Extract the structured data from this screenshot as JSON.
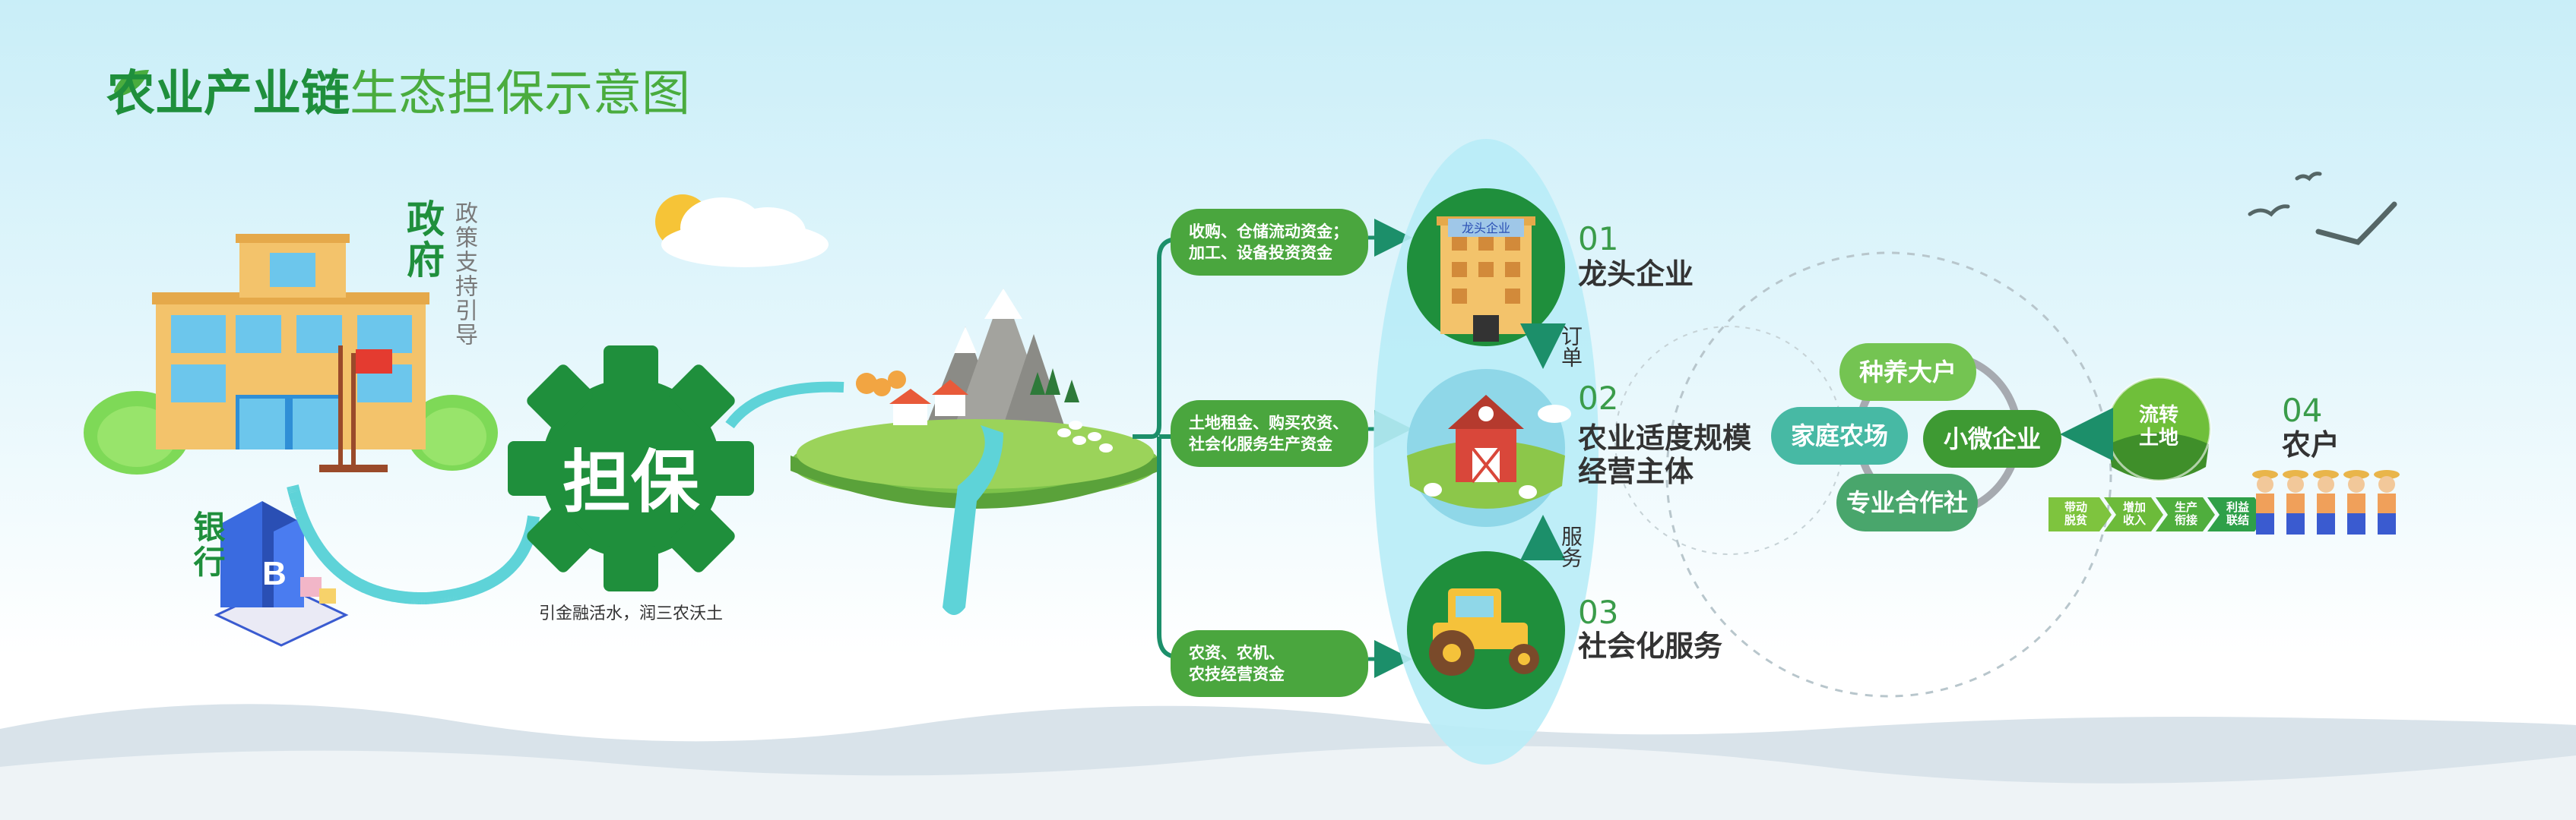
{
  "title": {
    "part1": "农业产业链",
    "part2": "生态担保示意图"
  },
  "government": {
    "label": "政府",
    "sub": "政策支持引导"
  },
  "bank": {
    "label": "银行"
  },
  "guarantee": {
    "label": "担保",
    "slogan": "引金融活水，润三农沃土"
  },
  "funds": [
    {
      "line1": "收购、仓储流动资金；",
      "line2": "加工、设备投资资金"
    },
    {
      "line1": "土地租金、购买农资、",
      "line2": "社会化服务生产资金"
    },
    {
      "line1": "农资、农机、",
      "line2": "农技经营资金"
    }
  ],
  "entities": [
    {
      "num": "01",
      "line1": "龙头企业",
      "line2": "",
      "sign": "龙头企业"
    },
    {
      "num": "02",
      "line1": "农业适度规模",
      "line2": "经营主体",
      "sign": ""
    },
    {
      "num": "03",
      "line1": "社会化服务",
      "line2": "",
      "sign": ""
    }
  ],
  "relations": {
    "order": "订单",
    "service": "服务"
  },
  "subjects": {
    "top": "种养大户",
    "left": "家庭农场",
    "right": "小微企业",
    "bottom": "专业合作社"
  },
  "land": {
    "line1": "流转",
    "line2": "土地"
  },
  "farmer": {
    "num": "04",
    "label": "农户"
  },
  "benefits": [
    {
      "line1": "带动",
      "line2": "脱贫"
    },
    {
      "line1": "增加",
      "line2": "收入"
    },
    {
      "line1": "生产",
      "line2": "衔接"
    },
    {
      "line1": "利益",
      "line2": "联结"
    }
  ],
  "colors": {
    "dark_green": "#1f8f3c",
    "green": "#4aa63e",
    "teal": "#1c8f6a",
    "cyan": "#5ed3d8",
    "light_blue": "#b8ecf7"
  }
}
